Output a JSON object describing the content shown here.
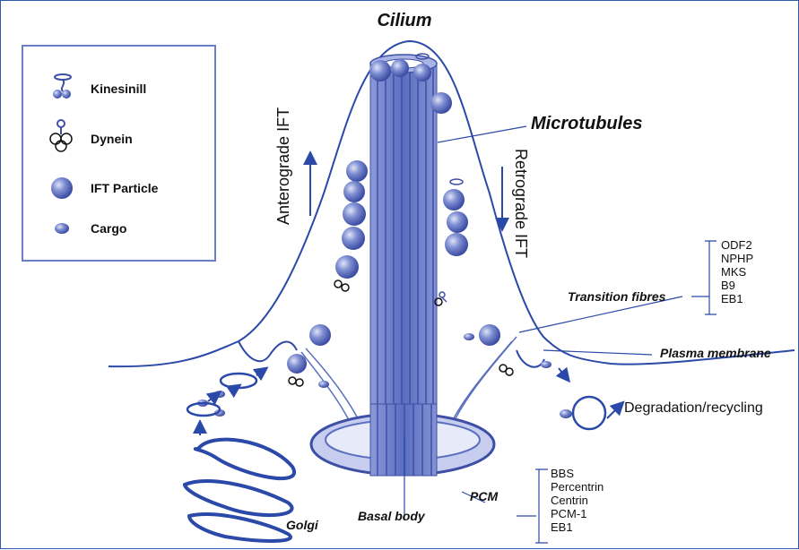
{
  "title": "Cilium",
  "labels": {
    "microtubules": "Microtubules",
    "anterograde": "Anterograde IFT",
    "retrograde": "Retrograde IFT",
    "transition_fibres": "Transition fibres",
    "plasma_membrane": "Plasma membrane",
    "degradation": "Degradation/recycling",
    "pcm": "PCM",
    "basal_body": "Basal body",
    "golgi": "Golgi"
  },
  "legend": [
    {
      "label": "Kinesinill",
      "icon": "kinesin-icon"
    },
    {
      "label": "Dynein",
      "icon": "dynein-icon"
    },
    {
      "label": "IFT Particle",
      "icon": "ift-particle-icon"
    },
    {
      "label": "Cargo",
      "icon": "cargo-icon"
    }
  ],
  "transition_fibre_proteins": [
    "ODF2",
    "NPHP",
    "MKS",
    "B9",
    "EB1"
  ],
  "pcm_proteins": [
    "BBS",
    "Percentrin",
    "Centrin",
    "PCM-1",
    "EB1"
  ],
  "colors": {
    "structure": "#5b6fc0",
    "structure_dark": "#3e4fa6",
    "structure_light": "#9aa7dc",
    "border": "#2e5aa8",
    "accent": "#2b49a8"
  }
}
